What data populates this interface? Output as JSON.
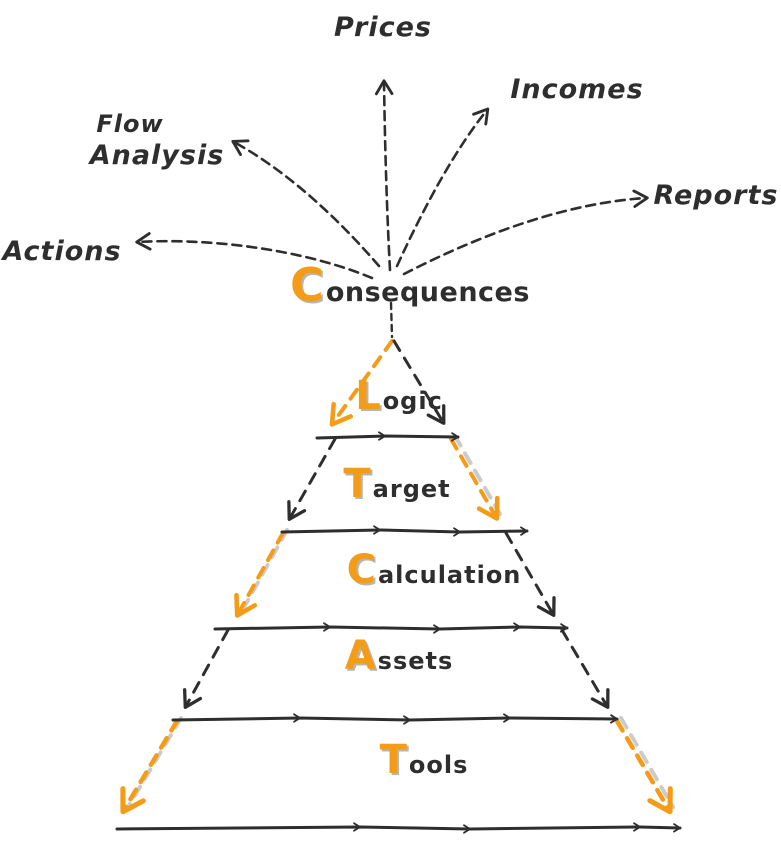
{
  "diagram": {
    "type": "pyramid",
    "colors": {
      "ink": "#2e2e2e",
      "accent": "#f49c17",
      "shadow": "#b5b5b5",
      "background": "#ffffff"
    },
    "apex": {
      "label": "Consequences",
      "highlight": "C",
      "rest": "onsequences"
    },
    "levels": [
      {
        "label": "Logic",
        "highlight": "L",
        "rest": "ogic"
      },
      {
        "label": "Target",
        "highlight": "T",
        "rest": "arget"
      },
      {
        "label": "Calculation",
        "highlight": "C",
        "rest": "alculation"
      },
      {
        "label": "Assets",
        "highlight": "A",
        "rest": "ssets"
      },
      {
        "label": "Tools",
        "highlight": "T",
        "rest": "ools"
      }
    ],
    "outcomes": [
      {
        "id": "prices",
        "label": "Prices"
      },
      {
        "id": "incomes",
        "label": "Incomes"
      },
      {
        "id": "reports",
        "label": "Reports"
      },
      {
        "id": "flow-analysis",
        "label": "Flow Analysis",
        "lines": [
          "Flow",
          "Analysis"
        ]
      },
      {
        "id": "actions",
        "label": "Actions"
      }
    ],
    "icons": [
      "arrow-up-icon",
      "arrow-up-right-icon",
      "arrow-right-icon",
      "arrow-up-left-icon",
      "arrow-left-icon",
      "chevron-right-icon",
      "dashed-side-arrow-icon"
    ]
  }
}
